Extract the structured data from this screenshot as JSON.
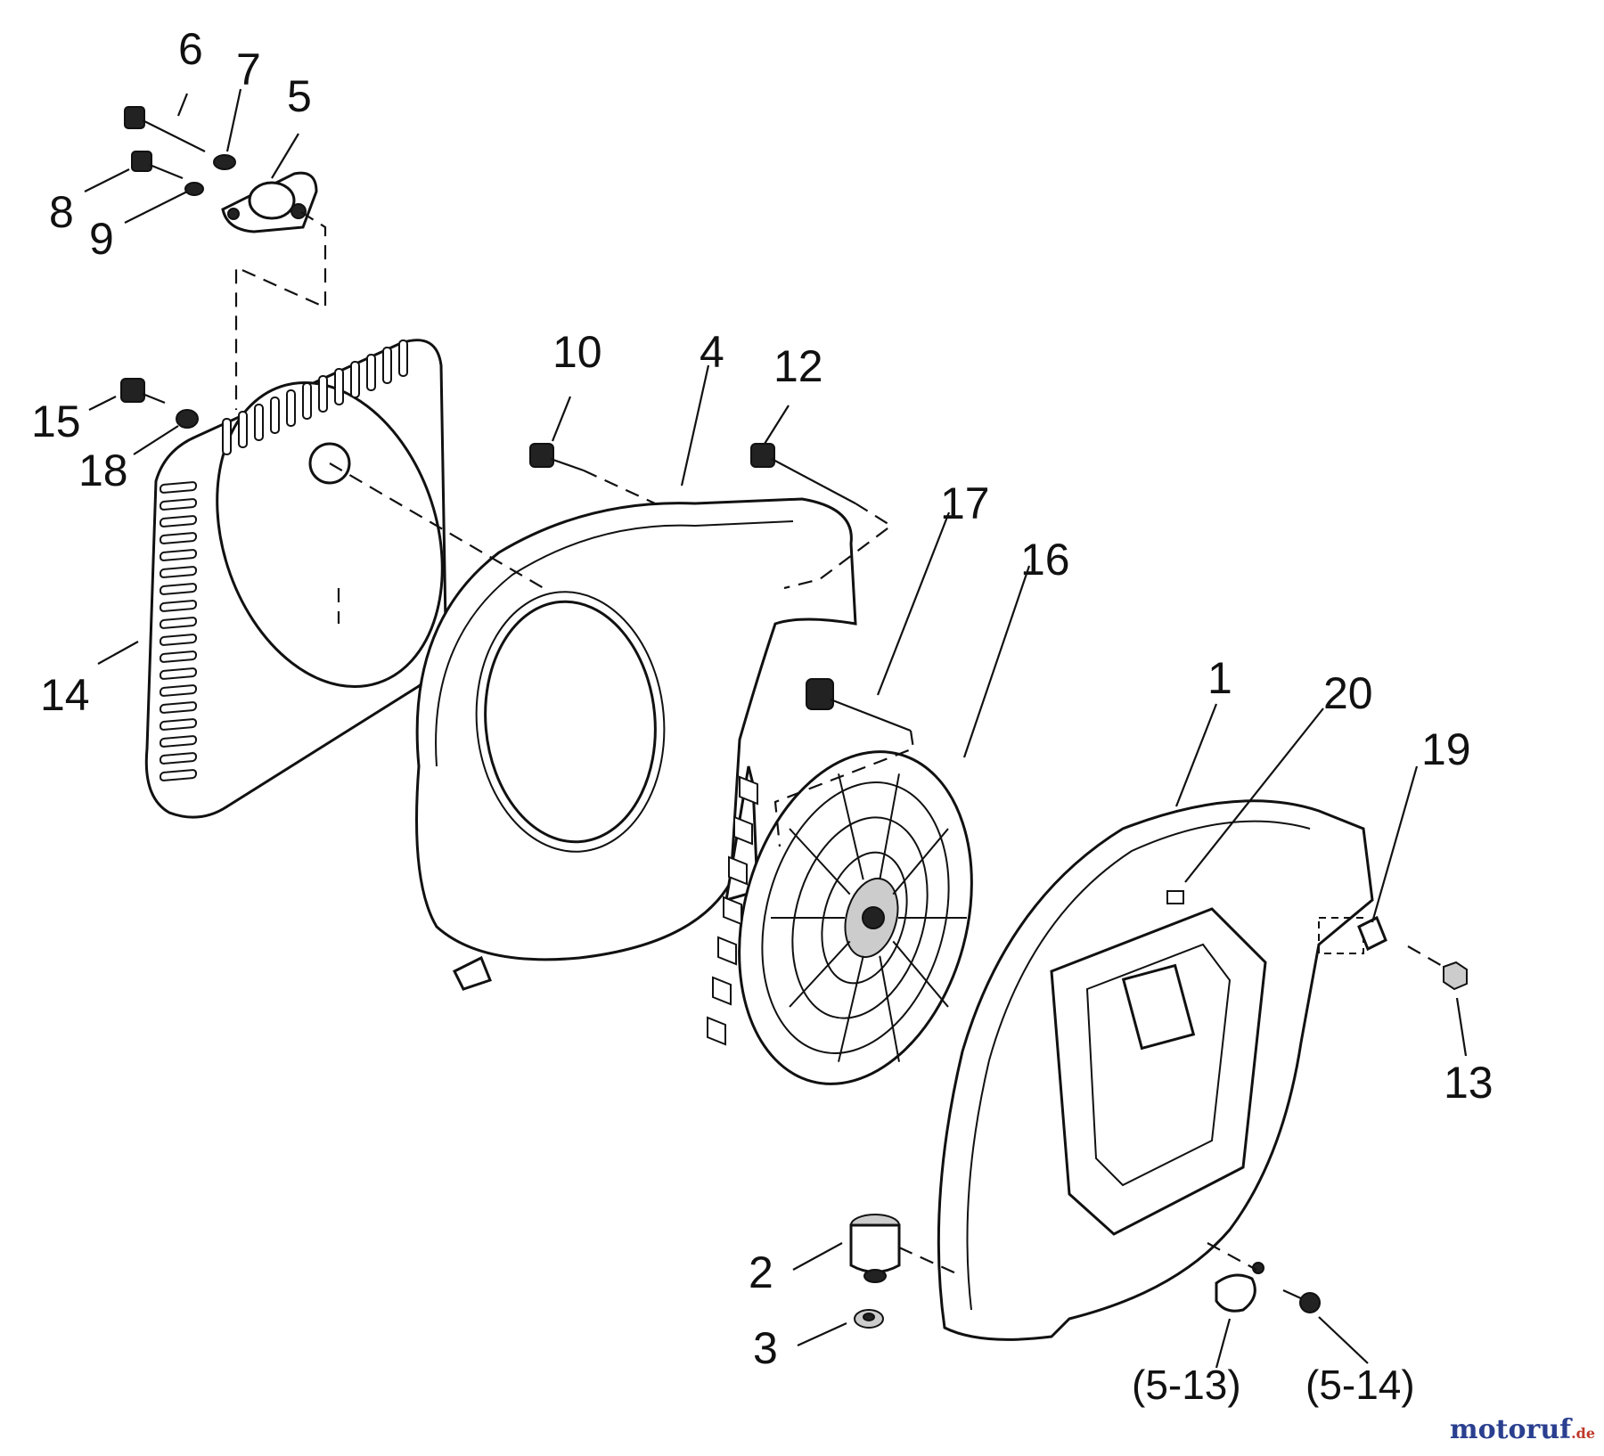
{
  "callouts": {
    "c1": "1",
    "c2": "2",
    "c3": "3",
    "c4": "4",
    "c5": "5",
    "c6": "6",
    "c7": "7",
    "c8": "8",
    "c9": "9",
    "c10": "10",
    "c12": "12",
    "c13": "13",
    "c14": "14",
    "c15": "15",
    "c16": "16",
    "c17": "17",
    "c18": "18",
    "c19": "19",
    "c20": "20"
  },
  "references": {
    "r5_13": "(5-13)",
    "r5_14": "(5-14)"
  },
  "watermark": {
    "main": "motoruf",
    "tld": ".de"
  }
}
